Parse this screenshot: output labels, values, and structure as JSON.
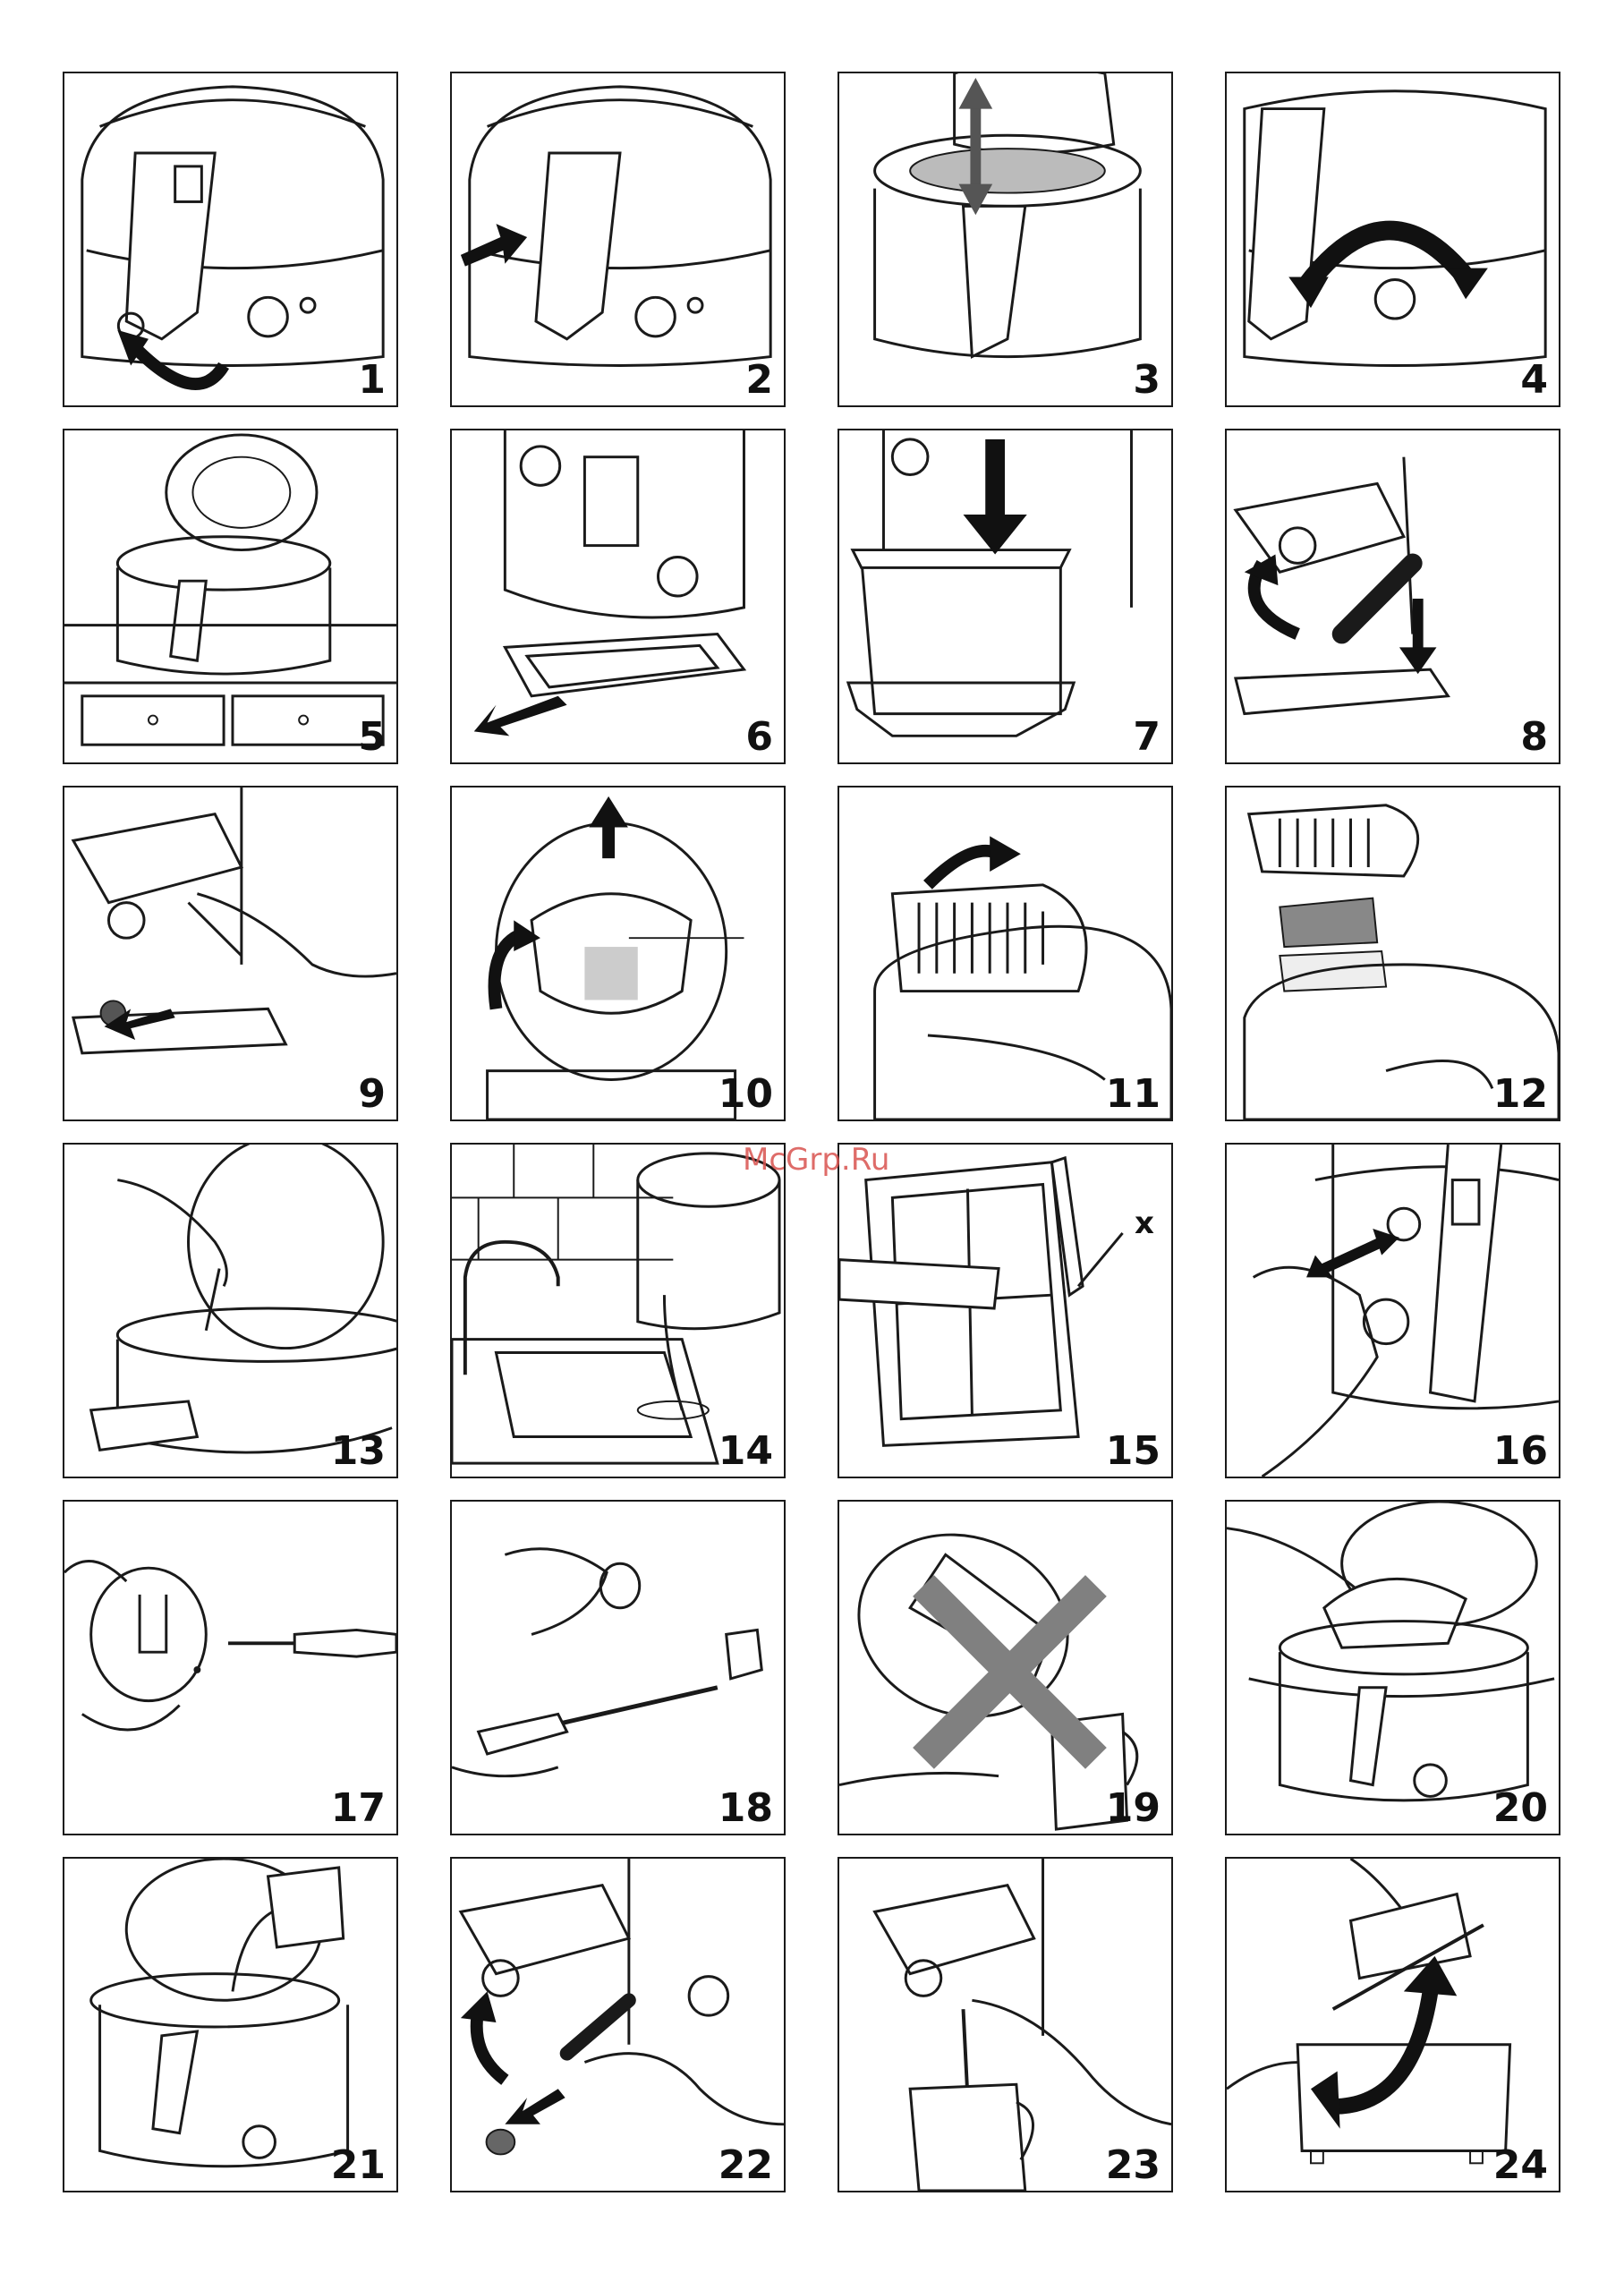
{
  "watermark": "McGrp.Ru",
  "x_label": "x",
  "panels": [
    {
      "number": "1"
    },
    {
      "number": "2"
    },
    {
      "number": "3"
    },
    {
      "number": "4"
    },
    {
      "number": "5"
    },
    {
      "number": "6"
    },
    {
      "number": "7"
    },
    {
      "number": "8"
    },
    {
      "number": "9"
    },
    {
      "number": "10"
    },
    {
      "number": "11"
    },
    {
      "number": "12"
    },
    {
      "number": "13"
    },
    {
      "number": "14"
    },
    {
      "number": "15"
    },
    {
      "number": "16"
    },
    {
      "number": "17"
    },
    {
      "number": "18"
    },
    {
      "number": "19"
    },
    {
      "number": "20"
    },
    {
      "number": "21"
    },
    {
      "number": "22"
    },
    {
      "number": "23"
    },
    {
      "number": "24"
    }
  ],
  "colors": {
    "line": "#1a1a1a",
    "arrow": "#111111",
    "cross": "#808080",
    "watermark": "#d9534f"
  }
}
